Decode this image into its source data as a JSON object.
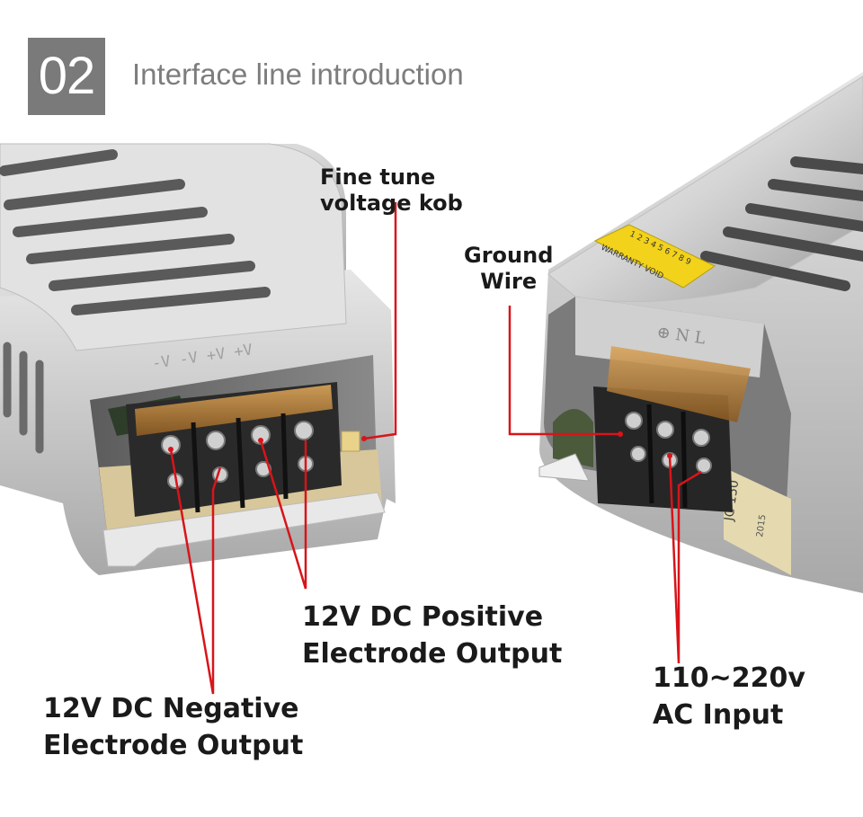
{
  "section": {
    "number": "02",
    "title": "Interface line introduction"
  },
  "callouts": {
    "knob": [
      "Fine tune",
      "voltage kob"
    ],
    "ground": [
      "Ground",
      "Wire"
    ],
    "positive": [
      "12V DC Positive",
      "Electrode Output"
    ],
    "negative": [
      "12V DC Negative",
      "Electrode Output"
    ],
    "ac": [
      "110~220v",
      "AC Input"
    ]
  },
  "device": {
    "left_cover_print": "-V -V +V +V",
    "right_cover_print": "⊕ N L",
    "sticker_text": "WARRANTY VOID",
    "sticker_numbers": "1 2 3 4 5 6 7 8 9",
    "board_text": "JC-150",
    "board_year": "2015"
  },
  "colors": {
    "leader": "#d8141a",
    "badge": "#7a7a7a",
    "heading": "#7d7d7d",
    "terminal": "#2a2a2a",
    "cover": "#c98a30"
  }
}
